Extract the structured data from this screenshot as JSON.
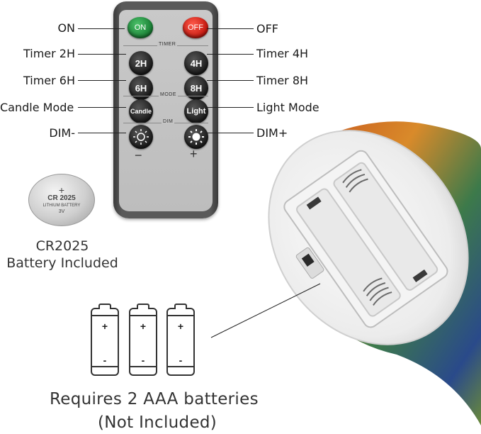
{
  "remote": {
    "on_label": "ON",
    "off_label": "OFF",
    "timer_label": "TIMER",
    "btn_2h": "2H",
    "btn_4h": "4H",
    "btn_6h": "6H",
    "btn_8h": "8H",
    "mode_label": "MODE",
    "btn_candle": "Candle",
    "btn_light": "Light",
    "dim_label": "DIM",
    "minus": "−",
    "plus": "+"
  },
  "callouts": {
    "on": "ON",
    "off": "OFF",
    "timer_2h": "Timer 2H",
    "timer_4h": "Timer 4H",
    "timer_6h": "Timer 6H",
    "timer_8h": "Timer 8H",
    "candle_mode": "Candle Mode",
    "light_mode": "Light Mode",
    "dim_minus": "DIM-",
    "dim_plus": "DIM+"
  },
  "coin_battery": {
    "plus": "+",
    "model": "CR 2025",
    "type": "LITHIUM BATTERY",
    "voltage": "3V",
    "caption_line1": "CR2025",
    "caption_line2": "Battery Included"
  },
  "aaa_battery": {
    "plus": "+",
    "minus": "-",
    "caption_line1": "Requires 2 AAA batteries",
    "caption_line2": "(Not Included)"
  },
  "icons": {
    "dim_minus_icon": "sun-outline-icon",
    "dim_plus_icon": "sun-filled-icon"
  },
  "colors": {
    "on_button": "#167a31",
    "off_button": "#c0140c",
    "remote_body": "#5a5a5a"
  }
}
